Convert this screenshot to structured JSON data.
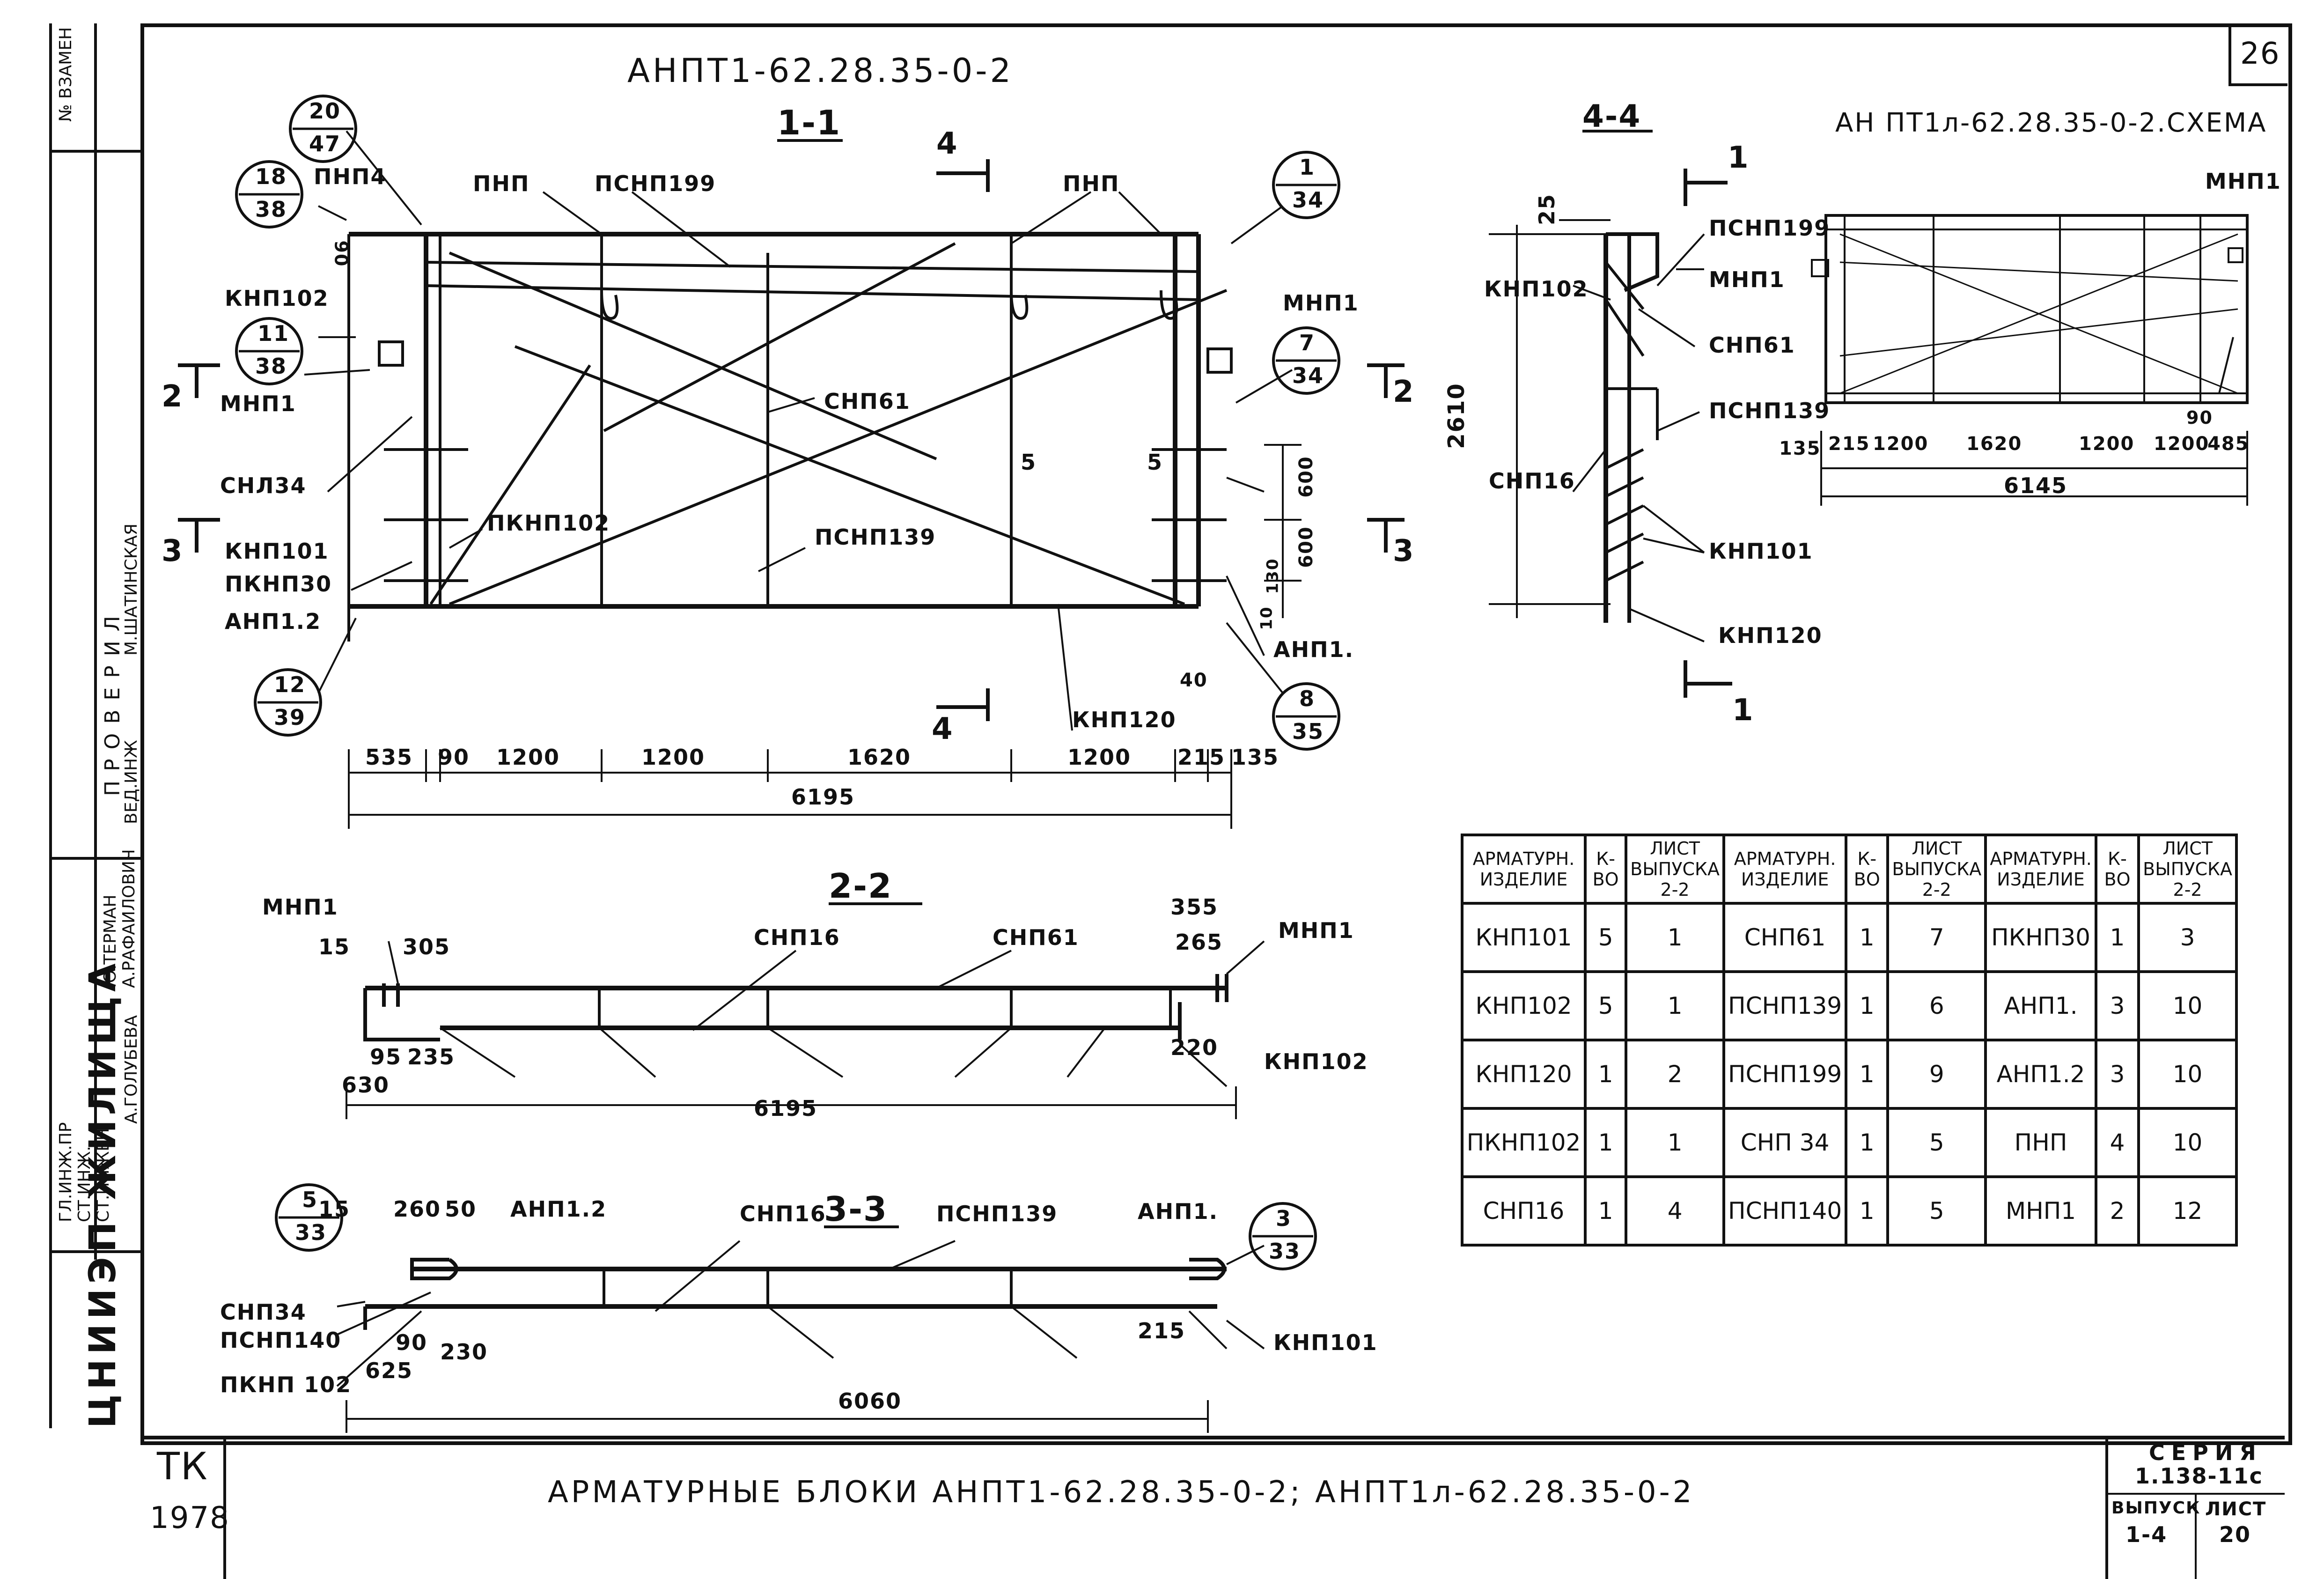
{
  "sheet": {
    "page_number": "26",
    "main_title": "АРМАТУРНЫЕ БЛОКИ АНПТ1-62.28.35-0-2; АНПТ1л-62.28.35-0-2",
    "top_title": "АНПТ1-62.28.35-0-2",
    "scheme_title": "АН ПТ1л-62.28.35-0-2.СХЕМА",
    "tk_label": "ТК",
    "year": "1978",
    "series_label": "СЕРИЯ",
    "series_value": "1.138-11с",
    "issue_label": "ВЫПУСК",
    "issue_value": "1-4",
    "sheet_label": "ЛИСТ",
    "sheet_value": "20"
  },
  "side_stamp": {
    "org": "ЦНИИЭП ЖИЛИЩА",
    "col_header": "№ ВЗАМЕН",
    "checked": "ПРОВЕРИЛ",
    "rows": [
      {
        "role": "ГЛ.ИНЖ.ПР",
        "name": "Ю.ТЕРМАН"
      },
      {
        "role": "СТ.ИНЖ.",
        "name": "А.РАФАИЛОВИЧ"
      },
      {
        "role": "СТ.ИНЖЕН",
        "name": "А.ГОЛУБЕВА"
      },
      {
        "role": "ВЕД.ИНЖ",
        "name": "М.ШАТИНСКАЯ"
      }
    ]
  },
  "section_labels": {
    "s11": "1-1",
    "s22": "2-2",
    "s33": "3-3",
    "s44": "4-4",
    "cut1": "1",
    "cut2": "2",
    "cut3": "3",
    "cut4": "4"
  },
  "callouts": [
    {
      "top": "20",
      "bottom": "47"
    },
    {
      "top": "18",
      "bottom": "38"
    },
    {
      "top": "11",
      "bottom": "38"
    },
    {
      "top": "12",
      "bottom": "39"
    },
    {
      "top": "1",
      "bottom": "34"
    },
    {
      "top": "7",
      "bottom": "34"
    },
    {
      "top": "8",
      "bottom": "35"
    },
    {
      "top": "5",
      "bottom": "33"
    },
    {
      "top": "3",
      "bottom": "33"
    }
  ],
  "view11_labels": {
    "pnp4": "ПНП4",
    "pnp_a": "ПНП",
    "psnp199": "ПСНП199",
    "pnp_b": "ПНП",
    "knp102": "КНП102",
    "mnp1_l": "МНП1",
    "mnp1_r": "МНП1",
    "snp61": "СНП61",
    "snl34": "СНЛ34",
    "pknp102": "ПКНП102",
    "knp101": "КНП101",
    "pknp30": "ПКНП30",
    "anp12": "АНП1.2",
    "psnp139": "ПСНП139",
    "knp120": "КНП120",
    "anp1": "АНП1.",
    "dim_90": "90",
    "dim_5a": "5",
    "dim_5b": "5",
    "dim_600a": "600",
    "dim_600b": "600",
    "dim_130": "130",
    "dim_10": "10",
    "dim_40": "40"
  },
  "view11_dims": [
    "535",
    "90",
    "1200",
    "1200",
    "1620",
    "1200",
    "215",
    "135"
  ],
  "view11_total": "6195",
  "view44_labels": {
    "d25": "25",
    "d2610": "2610",
    "psnp199": "ПСНП199",
    "knp102": "КНП102",
    "mnp1": "МНП1",
    "snp61": "СНП61",
    "psnp139": "ПСНП139",
    "snp16": "СНП16",
    "knp101": "КНП101",
    "knp120": "КНП120"
  },
  "scheme_labels": {
    "mnp1": "МНП1",
    "d90": "90"
  },
  "scheme_dims": [
    "135",
    "215",
    "1200",
    "1620",
    "1200",
    "1200",
    "485"
  ],
  "scheme_total": "6145",
  "view22_labels": {
    "mnp1_l": "МНП1",
    "mnp1_r": "МНП1",
    "snp16": "СНП16",
    "snp61": "СНП61",
    "knp102": "КНП102",
    "d15": "15",
    "d305": "305",
    "d355": "355",
    "d265": "265",
    "d95": "95",
    "d235": "235",
    "d630": "630",
    "d220": "220",
    "total": "6195"
  },
  "view33_labels": {
    "d15": "15",
    "d260": "260",
    "d50": "50",
    "anp12": "АНП1.2",
    "snp16": "СНП16",
    "psnp139": "ПСНП139",
    "anp1": "АНП1.",
    "snp34": "СНП34",
    "psnp140": "ПСНП140",
    "pknp102": "ПКНП 102",
    "d90": "90",
    "d230": "230",
    "d625": "625",
    "d215": "215",
    "knp101": "КНП101",
    "total": "6060"
  },
  "spec_table": {
    "headers": [
      "АРМАТУРН. ИЗДЕЛИЕ",
      "К-ВО",
      "ЛИСТ ВЫПУСКА 2-2"
    ],
    "rows": [
      [
        "КНП101",
        "5",
        "1",
        "СНП61",
        "1",
        "7",
        "ПКНП30",
        "1",
        "3"
      ],
      [
        "КНП102",
        "5",
        "1",
        "ПСНП139",
        "1",
        "6",
        "АНП1.",
        "3",
        "10"
      ],
      [
        "КНП120",
        "1",
        "2",
        "ПСНП199",
        "1",
        "9",
        "АНП1.2",
        "3",
        "10"
      ],
      [
        "ПКНП102",
        "1",
        "1",
        "СНП 34",
        "1",
        "5",
        "ПНП",
        "4",
        "10"
      ],
      [
        "СНП16",
        "1",
        "4",
        "ПСНП140",
        "1",
        "5",
        "МНП1",
        "2",
        "12"
      ]
    ]
  }
}
